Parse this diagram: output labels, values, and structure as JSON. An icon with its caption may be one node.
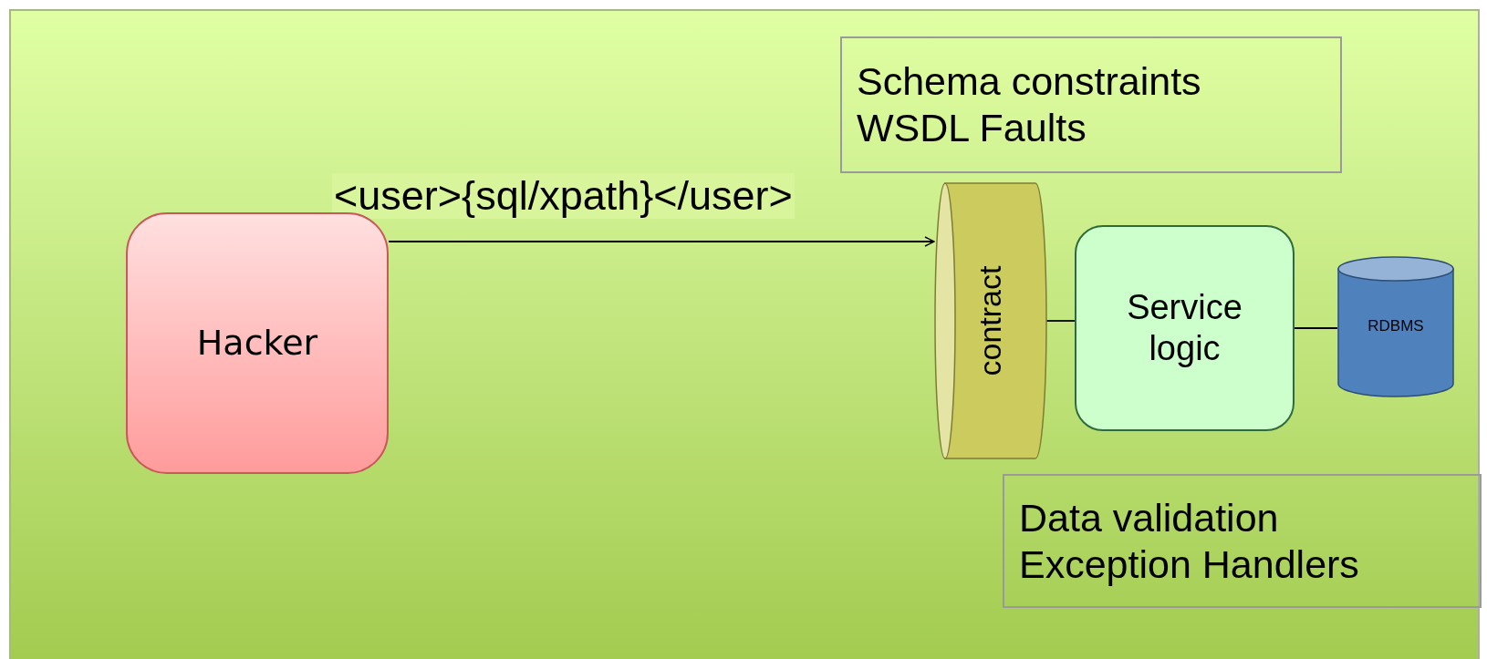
{
  "diagram": {
    "nodes": [
      {
        "text": [
          "Schema constraints",
          "WSDL Faults"
        ]
      },
      {
        "text": [
          "Hacker"
        ]
      },
      {
        "text": [
          "contract"
        ]
      },
      {
        "text": [
          "Service logic"
        ]
      },
      {
        "text": [
          "RDBMS"
        ]
      },
      {
        "text": [
          "Data validation",
          "Exception Handlers"
        ]
      }
    ],
    "edges": [
      {
        "from": 1,
        "to": 2,
        "arrow": "to",
        "label": "<user>{sql/xpath}</user>"
      },
      {
        "from": 2,
        "to": 3,
        "arrow": "none"
      },
      {
        "from": 3,
        "to": 4,
        "arrow": "none"
      }
    ]
  }
}
